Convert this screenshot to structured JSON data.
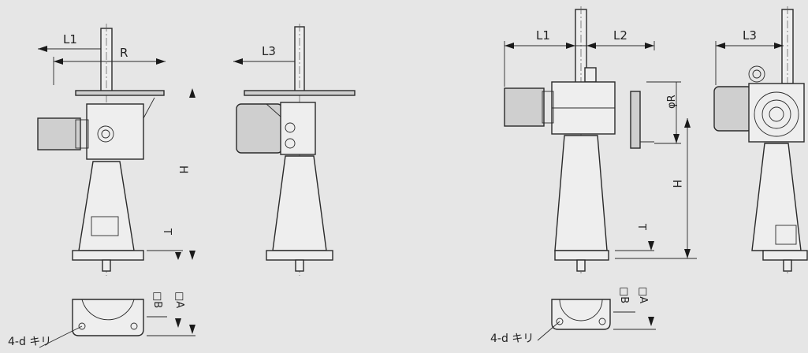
{
  "labels": {
    "l1_left": "L1",
    "r_left": "R",
    "l3_left": "L3",
    "h_left": "H",
    "t_left": "T",
    "b_left": "□B",
    "a_left": "□A",
    "hole_left": "4-d キリ",
    "l1_right": "L1",
    "l2_right": "L2",
    "l3_right": "L3",
    "phir_right": "φR",
    "h_right": "H",
    "t_right": "T",
    "b_right": "□B",
    "a_right": "□A",
    "hole_right": "4-d キリ"
  }
}
